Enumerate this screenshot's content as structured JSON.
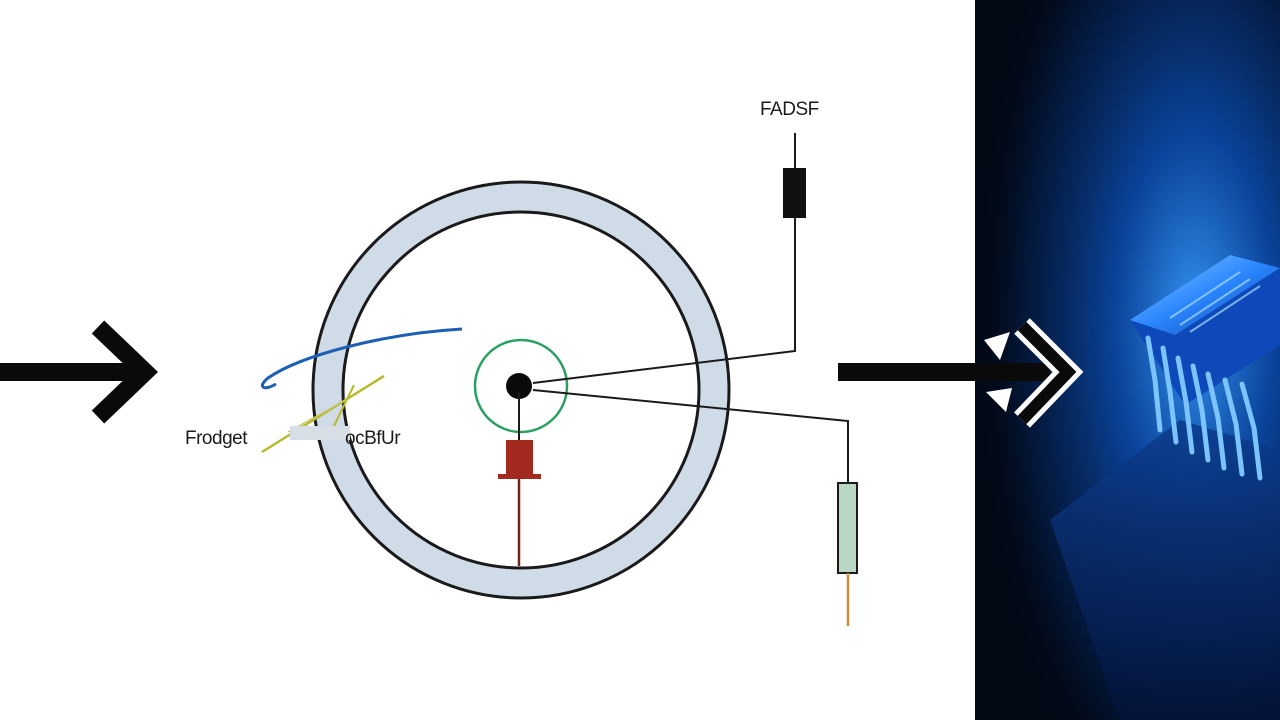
{
  "labels": {
    "top_right": "FADSF",
    "left_a": "Frodget",
    "left_b": "ocBfUr"
  },
  "colors": {
    "ring_fill": "#cfdce8",
    "ring_stroke": "#1a1a1a",
    "node_ring": "#2aa060",
    "blue_wire": "#1e5fb4",
    "yellow_wire": "#b7b92e",
    "red_component": "#a32a1e",
    "green_component": "#b9d7c3",
    "orange_lead": "#d08a3c",
    "chip_glow": "#2f8fff",
    "panel_bg": "#020814"
  },
  "icons": [
    "left-arrow-icon",
    "right-arrow-icon",
    "microchip-icon"
  ]
}
